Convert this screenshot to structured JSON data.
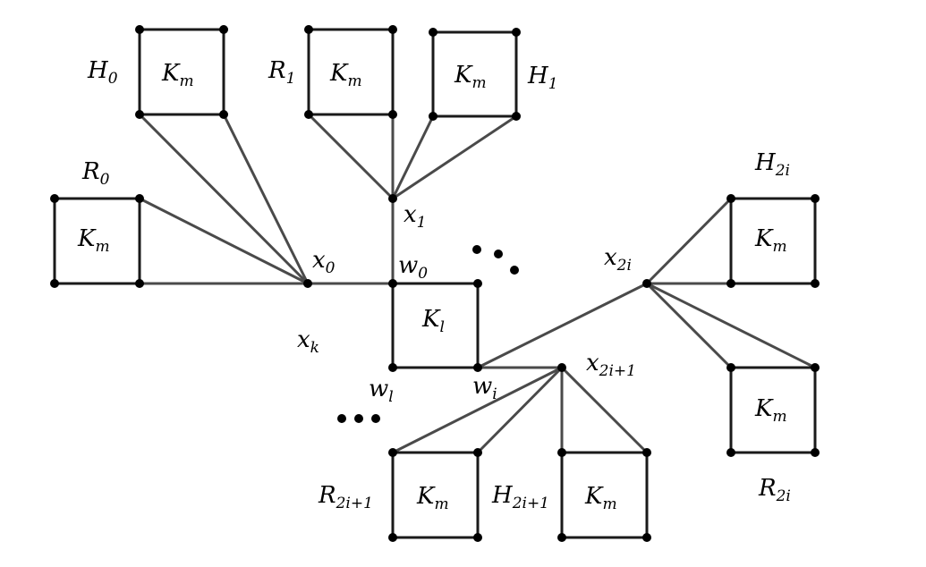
{
  "boxes": [
    {
      "id": "H0",
      "label": {
        "main": "K",
        "sub": "m"
      }
    },
    {
      "id": "R1",
      "label": {
        "main": "K",
        "sub": "m"
      }
    },
    {
      "id": "H1",
      "label": {
        "main": "K",
        "sub": "m"
      }
    },
    {
      "id": "R0",
      "label": {
        "main": "K",
        "sub": "m"
      }
    },
    {
      "id": "Kl",
      "label": {
        "main": "K",
        "sub": "l"
      }
    },
    {
      "id": "H2i",
      "label": {
        "main": "K",
        "sub": "m"
      }
    },
    {
      "id": "R2i",
      "label": {
        "main": "K",
        "sub": "m"
      }
    },
    {
      "id": "R2i1",
      "label": {
        "main": "K",
        "sub": "m"
      }
    },
    {
      "id": "H2i1",
      "label": {
        "main": "K",
        "sub": "m"
      }
    }
  ],
  "labels": {
    "H0": {
      "main": "H",
      "sub": "0"
    },
    "R1": {
      "main": "R",
      "sub": "1"
    },
    "H1": {
      "main": "H",
      "sub": "1"
    },
    "R0": {
      "main": "R",
      "sub": "0"
    },
    "H2i": {
      "main": "H",
      "sub": "2i"
    },
    "R2i": {
      "main": "R",
      "sub": "2i"
    },
    "R2i1": {
      "main": "R",
      "sub": "2i+1"
    },
    "H2i1": {
      "main": "H",
      "sub": "2i+1"
    },
    "x0": {
      "main": "x",
      "sub": "0"
    },
    "x1": {
      "main": "x",
      "sub": "1"
    },
    "x2i": {
      "main": "x",
      "sub": "2i"
    },
    "x2i1": {
      "main": "x",
      "sub": "2i+1"
    },
    "xk": {
      "main": "x",
      "sub": "k"
    },
    "w0": {
      "main": "w",
      "sub": "0"
    },
    "wi": {
      "main": "w",
      "sub": "i"
    },
    "wl": {
      "main": "w",
      "sub": "l"
    }
  }
}
